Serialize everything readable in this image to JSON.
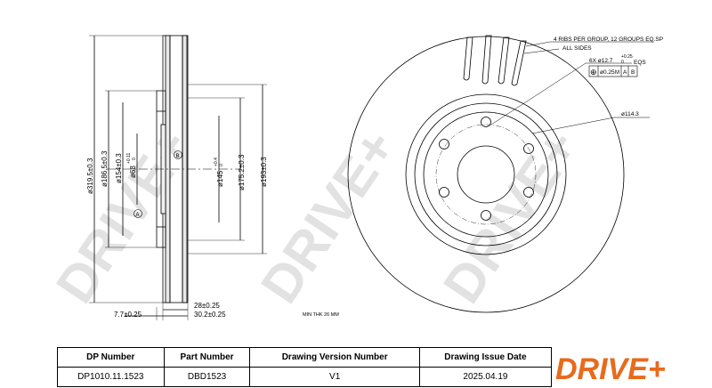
{
  "watermark": "DRIVE+",
  "dims_left": {
    "d1": "ø319.5±0.3",
    "d2": "ø186.5±0.3",
    "d3": "ø154±0.3",
    "d4": "ø68",
    "d4_tol": "+0.11",
    "d4_tol2": "0",
    "d5": "ø145",
    "d5_tol": "+0.4",
    "d5_tol2": "0",
    "d6": "ø175.2±0.3",
    "d7": "ø193±0.3",
    "w1": "7.7±0.25",
    "w2": "28±0.25",
    "w3": "30.2±0.25",
    "datum_a": "A",
    "datum_b": "B"
  },
  "dims_right": {
    "ribs": "4 RIBS PER GROUP, 12 GROUPS EQ.SP",
    "sides": "ALL SIDES",
    "holes": "6X ø12.7",
    "holes_tol": "+0.25",
    "holes_tol2": "0",
    "eqs": "EQS",
    "pos_symbol": "⊕",
    "pos_value": "ø0.25",
    "pos_mod": "M",
    "pos_datum_a": "A",
    "pos_datum_b": "B",
    "pcd": "ø114.3",
    "min_thk": "MIN THK 26 MM"
  },
  "title_block": {
    "headers": [
      "DP Number",
      "Part Number",
      "Drawing Version Number",
      "Drawing Issue Date"
    ],
    "values": [
      "DP1010.11.1523",
      "DBD1523",
      "V1",
      "2025.04.19"
    ]
  },
  "logo": {
    "text": "DRIVE+",
    "color": "#e86a1c"
  }
}
